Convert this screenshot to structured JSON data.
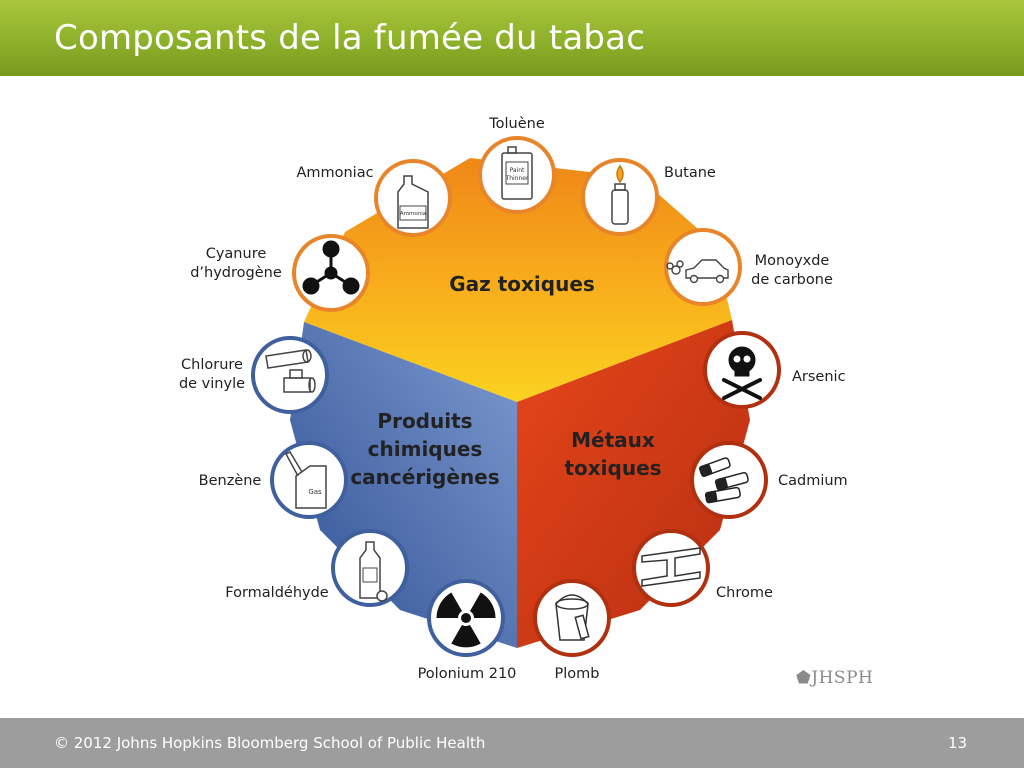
{
  "header": {
    "title": "Composants de la fumée du tabac"
  },
  "sections": {
    "gaz": {
      "label": "Gaz toxiques",
      "color": "#f08a1a"
    },
    "produits": {
      "lines": [
        "Produits",
        "chimiques",
        "cancérigènes"
      ],
      "color": "#4b6fb0"
    },
    "metaux": {
      "lines": [
        "Métaux",
        "toxiques"
      ],
      "color": "#d9410f"
    }
  },
  "components": {
    "toluene": {
      "label": "Toluène",
      "paint_thinner": [
        "Paint",
        "Thinner"
      ]
    },
    "butane": {
      "label": "Butane"
    },
    "monoxyde": {
      "lines": [
        "Monoyxde",
        "de carbone"
      ]
    },
    "arsenic": {
      "label": "Arsenic"
    },
    "cadmium": {
      "label": "Cadmium"
    },
    "chrome": {
      "label": "Chrome"
    },
    "plomb": {
      "label": "Plomb"
    },
    "polonium": {
      "label": "Polonium 210"
    },
    "formaldehyde": {
      "label": "Formaldéhyde"
    },
    "benzene": {
      "label": "Benzène",
      "can_label": "Gas"
    },
    "chlorure": {
      "lines": [
        "Chlorure",
        "de vinyle"
      ]
    },
    "cyanure": {
      "lines": [
        "Cyanure",
        "d’hydrogène"
      ]
    },
    "ammoniac": {
      "label": "Ammoniac",
      "bottle_label": "Ammonia"
    }
  },
  "logo": {
    "text": "JHSPH"
  },
  "footer": {
    "copyright": "© 2012 Johns Hopkins Bloomberg School of Public Health",
    "page": "13"
  }
}
